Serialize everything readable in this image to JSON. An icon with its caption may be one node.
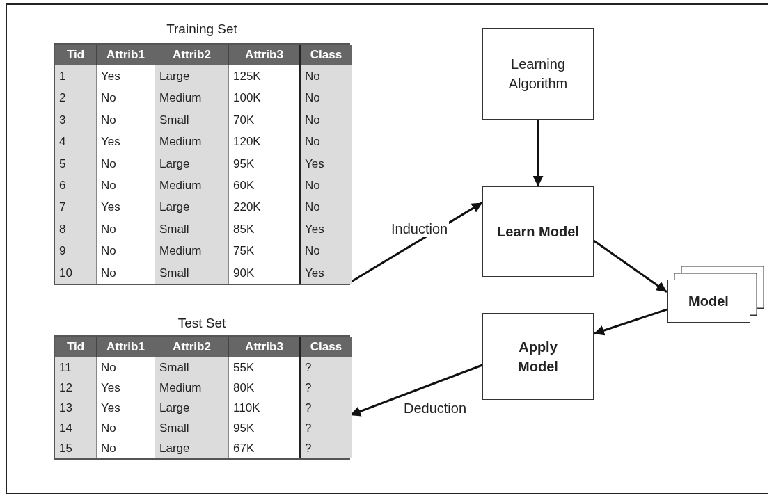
{
  "diagram": {
    "nodes": [
      {
        "text": [
          "Training Set",
          "Tid",
          "Attrib1",
          "Attrib2",
          "Attrib3",
          "Class",
          "1",
          "Yes",
          "Large",
          "125K",
          "No",
          "2",
          "No",
          "Medium",
          "100K",
          "No",
          "3",
          "No",
          "Small",
          "70K",
          "No",
          "4",
          "Yes",
          "Medium",
          "120K",
          "No",
          "5",
          "No",
          "Large",
          "95K",
          "Yes",
          "6",
          "No",
          "Medium",
          "60K",
          "No",
          "7",
          "Yes",
          "Large",
          "220K",
          "No",
          "8",
          "No",
          "Small",
          "85K",
          "Yes",
          "9",
          "No",
          "Medium",
          "75K",
          "No",
          "10",
          "No",
          "Small",
          "90K",
          "Yes"
        ]
      },
      {
        "text": [
          "Learning Algorithm"
        ]
      },
      {
        "text": [
          "Learn Model"
        ]
      },
      {
        "text": [
          "Model"
        ]
      },
      {
        "text": [
          "Apply Model"
        ]
      },
      {
        "text": [
          "Test Set",
          "Tid",
          "Attrib1",
          "Attrib2",
          "Attrib3",
          "Class",
          "11",
          "No",
          "Small",
          "55K",
          "?",
          "12",
          "Yes",
          "Medium",
          "80K",
          "?",
          "13",
          "Yes",
          "Large",
          "110K",
          "?",
          "14",
          "No",
          "Small",
          "95K",
          "?",
          "15",
          "No",
          "Large",
          "67K",
          "?"
        ]
      }
    ],
    "edges": [
      {
        "from": 0,
        "to": 2,
        "arrow": "to",
        "label": "Induction"
      },
      {
        "from": 1,
        "to": 2,
        "arrow": "to"
      },
      {
        "from": 2,
        "to": 3,
        "arrow": "to"
      },
      {
        "from": 3,
        "to": 4,
        "arrow": "to"
      },
      {
        "from": 4,
        "to": 5,
        "arrow": "to",
        "label": "Deduction"
      }
    ]
  }
}
